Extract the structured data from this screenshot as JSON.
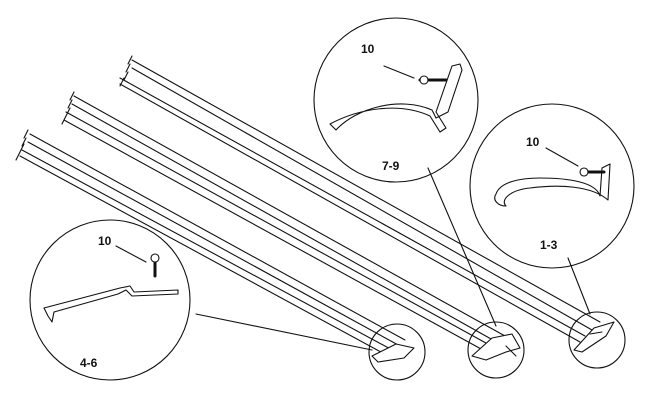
{
  "diagram": {
    "parts": [
      {
        "id": "part-a",
        "range_label": "7-9",
        "hardware_label": "10"
      },
      {
        "id": "part-b",
        "range_label": "1-3",
        "hardware_label": "10"
      },
      {
        "id": "part-c",
        "range_label": "4-6",
        "hardware_label": "10"
      }
    ]
  },
  "colors": {
    "stroke": "#111111",
    "background": "#ffffff"
  }
}
